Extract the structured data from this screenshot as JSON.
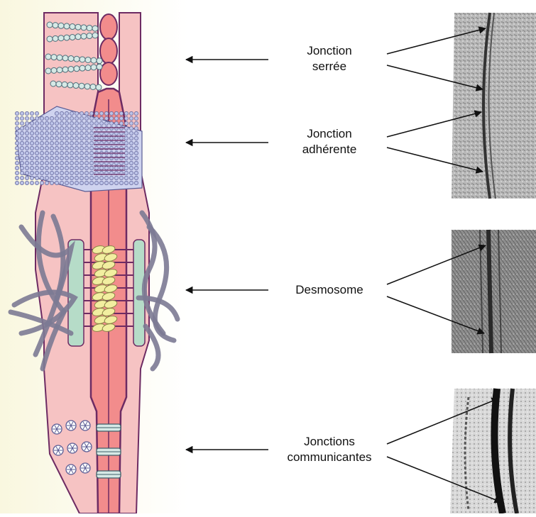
{
  "labels": {
    "tight": [
      "Jonction",
      "serrée"
    ],
    "adherens": [
      "Jonction",
      "adhérente"
    ],
    "desmosome": [
      "Desmosome"
    ],
    "gap": [
      "Jonctions",
      "communicantes"
    ]
  },
  "colors": {
    "background_panel": "#fbfbea",
    "membrane": "#f6c3c3",
    "membrane_outline": "#6d2b63",
    "cytoplasm_center": "#f28c8c",
    "bead": "#d6e9e6",
    "plaque": "#b6dcc8",
    "filament": "#7c7a94",
    "desmo_glycoprotein": "#f2eea0",
    "adherens_beads": "#bcc3e8"
  }
}
